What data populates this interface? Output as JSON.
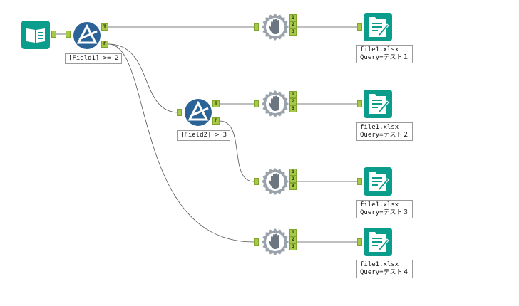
{
  "tools": {
    "input": {
      "icon": "book-icon",
      "color": "#0a9d8b"
    },
    "filter1": {
      "icon": "filter-icon",
      "color": "#2c6397",
      "annotation": "[Field1] >= 2",
      "anchor_true": "T",
      "anchor_false": "F"
    },
    "filter2": {
      "icon": "filter-icon",
      "color": "#2c6397",
      "annotation": "[Field2] > 3",
      "anchor_true": "T",
      "anchor_false": "F"
    },
    "block_until_done": [
      {
        "icon": "hand-icon",
        "outputs": [
          "1",
          "2",
          "3"
        ]
      },
      {
        "icon": "hand-icon",
        "outputs": [
          "1",
          "2",
          "3"
        ]
      },
      {
        "icon": "hand-icon",
        "outputs": [
          "1",
          "2",
          "3"
        ]
      },
      {
        "icon": "hand-icon",
        "outputs": [
          "1",
          "2",
          "3"
        ]
      }
    ],
    "outputs": [
      {
        "icon": "output-file-icon",
        "color": "#0a9d8b",
        "file": "file1.xlsx",
        "query": "Query=テスト１"
      },
      {
        "icon": "output-file-icon",
        "color": "#0a9d8b",
        "file": "file1.xlsx",
        "query": "Query=テスト２"
      },
      {
        "icon": "output-file-icon",
        "color": "#0a9d8b",
        "file": "file1.xlsx",
        "query": "Query=テスト３"
      },
      {
        "icon": "output-file-icon",
        "color": "#0a9d8b",
        "file": "file1.xlsx",
        "query": "Query=テスト４"
      }
    ]
  },
  "colors": {
    "anchor": "#a6c94a",
    "wire": "#555555",
    "gear": "#9aa3ab",
    "hand": "#6b7680"
  }
}
